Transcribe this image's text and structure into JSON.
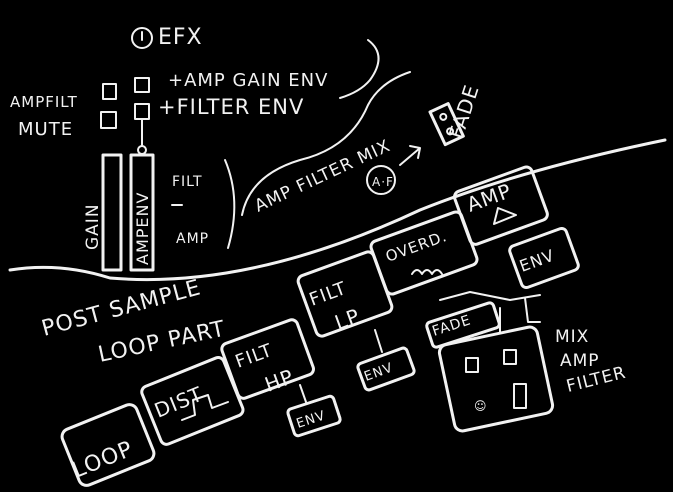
{
  "top": {
    "efx": "EFX",
    "ampfilt": "AMPFILT",
    "mute": "MUTE",
    "amp_gain_env": "+AMP GAIN ENV",
    "filter_env": "+FILTER ENV"
  },
  "sliders": {
    "gain": "GAIN",
    "amp_env": "AMPENV",
    "filt": "FILT",
    "amp": "AMP"
  },
  "mix": {
    "amp_filter_mix": "AMP FILTER MIX",
    "fade": "FADE"
  },
  "section": {
    "line1": "POST SAMPLE",
    "line2": "LOOP PART"
  },
  "chain": {
    "loop": "LOOP",
    "dist": "DIST",
    "filt_hp": "FILT",
    "hp": "HP",
    "filt_lp": "FILT",
    "lp": "LP",
    "env1": "ENV",
    "env2": "ENV",
    "overd": "OVERD.",
    "amp": "AMP",
    "env3": "ENV",
    "fade": "FADE",
    "mix_line1": "MIX",
    "mix_line2": "AMP",
    "mix_line3": "FILTER"
  }
}
